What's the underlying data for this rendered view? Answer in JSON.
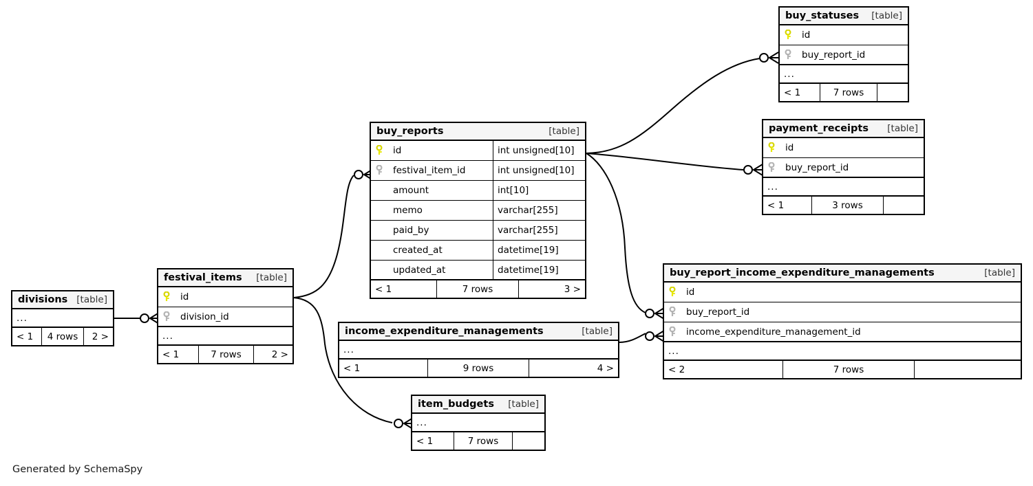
{
  "diagram": {
    "title": "SchemaSpy relationships diagram",
    "credit": "Generated by SchemaSpy",
    "table_tag": "[table]",
    "ellipsis": "...",
    "pk_icon": "yellow-key-icon",
    "fk_icon": "gray-key-icon",
    "colors": {
      "pk_key": "#e8e800",
      "fk_key": "#b3b3b3",
      "header_bg": "#f5f5f5",
      "border": "#000000",
      "background": "#ffffff",
      "text": "#000000"
    }
  },
  "tables": [
    {
      "id": "buy_statuses",
      "name": "buy_statuses",
      "tag": "[table]",
      "columns": [
        {
          "name": "id",
          "key": "pk",
          "type": ""
        },
        {
          "name": "buy_report_id",
          "key": "fk",
          "type": ""
        }
      ],
      "has_ellipsis": true,
      "ellipsis": "...",
      "footer": {
        "left": "< 1",
        "mid": "7 rows",
        "right": ""
      }
    },
    {
      "id": "payment_receipts",
      "name": "payment_receipts",
      "tag": "[table]",
      "columns": [
        {
          "name": "id",
          "key": "pk",
          "type": ""
        },
        {
          "name": "buy_report_id",
          "key": "fk",
          "type": ""
        }
      ],
      "has_ellipsis": true,
      "ellipsis": "...",
      "footer": {
        "left": "< 1",
        "mid": "3 rows",
        "right": ""
      }
    },
    {
      "id": "buy_reports",
      "name": "buy_reports",
      "tag": "[table]",
      "columns": [
        {
          "name": "id",
          "key": "pk",
          "type": "int unsigned[10]"
        },
        {
          "name": "festival_item_id",
          "key": "fk",
          "type": "int unsigned[10]"
        },
        {
          "name": "amount",
          "key": "none",
          "type": "int[10]"
        },
        {
          "name": "memo",
          "key": "none",
          "type": "varchar[255]"
        },
        {
          "name": "paid_by",
          "key": "none",
          "type": "varchar[255]"
        },
        {
          "name": "created_at",
          "key": "none",
          "type": "datetime[19]"
        },
        {
          "name": "updated_at",
          "key": "none",
          "type": "datetime[19]"
        }
      ],
      "has_ellipsis": false,
      "ellipsis": "",
      "footer": {
        "left": "< 1",
        "mid": "7 rows",
        "right": "3 >"
      }
    },
    {
      "id": "buy_report_income_expenditure_managements",
      "name": "buy_report_income_expenditure_managements",
      "tag": "[table]",
      "columns": [
        {
          "name": "id",
          "key": "pk",
          "type": ""
        },
        {
          "name": "buy_report_id",
          "key": "fk",
          "type": ""
        },
        {
          "name": "income_expenditure_management_id",
          "key": "fk",
          "type": ""
        }
      ],
      "has_ellipsis": true,
      "ellipsis": "...",
      "footer": {
        "left": "< 2",
        "mid": "7 rows",
        "right": ""
      }
    },
    {
      "id": "income_expenditure_managements",
      "name": "income_expenditure_managements",
      "tag": "[table]",
      "columns": [],
      "has_ellipsis": true,
      "ellipsis": "...",
      "footer": {
        "left": "< 1",
        "mid": "9 rows",
        "right": "4 >"
      }
    },
    {
      "id": "festival_items",
      "name": "festival_items",
      "tag": "[table]",
      "columns": [
        {
          "name": "id",
          "key": "pk",
          "type": ""
        },
        {
          "name": "division_id",
          "key": "fk",
          "type": ""
        }
      ],
      "has_ellipsis": true,
      "ellipsis": "...",
      "footer": {
        "left": "< 1",
        "mid": "7 rows",
        "right": "2 >"
      }
    },
    {
      "id": "divisions",
      "name": "divisions",
      "tag": "[table]",
      "columns": [],
      "has_ellipsis": true,
      "ellipsis": "...",
      "footer": {
        "left": "< 1",
        "mid": "4 rows",
        "right": "2 >"
      }
    },
    {
      "id": "item_budgets",
      "name": "item_budgets",
      "tag": "[table]",
      "columns": [],
      "has_ellipsis": true,
      "ellipsis": "...",
      "footer": {
        "left": "< 1",
        "mid": "7 rows",
        "right": ""
      }
    }
  ],
  "relationships": [
    {
      "from": "buy_reports.id",
      "to": "buy_statuses.buy_report_id"
    },
    {
      "from": "buy_reports.id",
      "to": "payment_receipts.buy_report_id"
    },
    {
      "from": "buy_reports.id",
      "to": "buy_report_income_expenditure_managements.buy_report_id"
    },
    {
      "from": "festival_items.id",
      "to": "buy_reports.festival_item_id"
    },
    {
      "from": "festival_items.id",
      "to": "item_budgets"
    },
    {
      "from": "income_expenditure_managements",
      "to": "buy_report_income_expenditure_managements.income_expenditure_management_id"
    },
    {
      "from": "divisions",
      "to": "festival_items.division_id"
    }
  ]
}
